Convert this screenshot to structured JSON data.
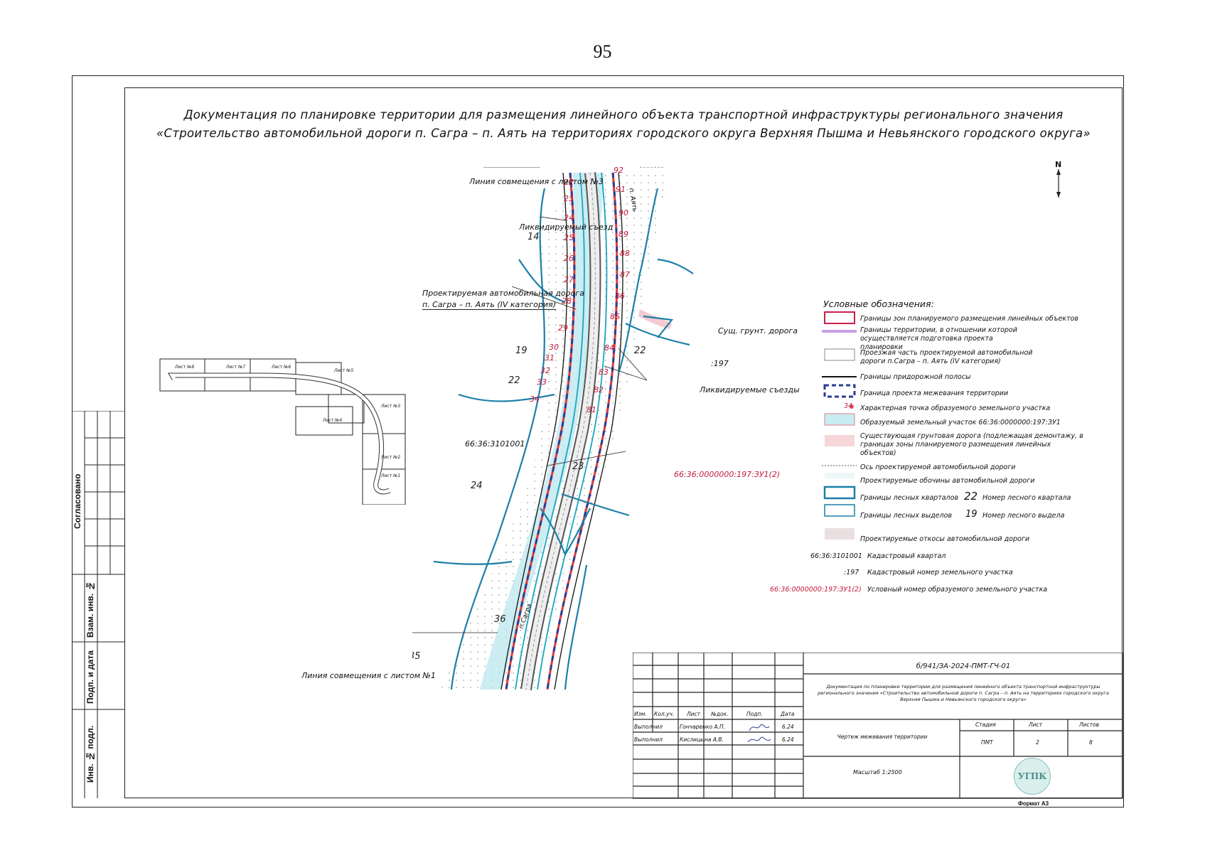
{
  "page_number": "95",
  "title_line1": "Документация по планировке территории для размещения линейного объекта транспортной инфраструктуры регионального значения",
  "title_line2": "«Строительство автомобильной дороги п. Сагра – п. Аять на территориях городского округа Верхняя Пышма и Невьянского городского округа»",
  "map": {
    "north": "N",
    "line_sheet3": "Линия совмещения с листом №3",
    "line_sheet1": "Линия совмещения с листом №1",
    "liquidated_exit": "Ликвидируемый съезд",
    "liquidated_exits": "Ликвидируемые съезды",
    "road_line1": "Проектируемая автомобильная дорога",
    "road_line2": "п. Сагра – п. Аять (IV категория)",
    "dirt_road": "Сущ. грунт. дорога",
    "to_ayat": "п. Аять",
    "to_sagra": "п.Сагра",
    "cad_quarter": "66:36:3101001",
    "cad_num": ":197",
    "cond_num": "66:36:0000000:197:ЗУ1(2)",
    "forest_numbers": [
      "14",
      "19",
      "22",
      "22",
      "24",
      "23",
      "36",
      "35"
    ],
    "points_left": [
      "22",
      "23",
      "24",
      "25",
      "26",
      "27",
      "28",
      "29",
      "30",
      "31",
      "32",
      "33",
      "34"
    ],
    "points_right": [
      "92",
      "91",
      "90",
      "89",
      "88",
      "87",
      "86",
      "85",
      "84",
      "83",
      "82",
      "81"
    ]
  },
  "keymap": {
    "sheets": [
      "Лист №8",
      "Лист №7",
      "Лист №6",
      "Лист №5",
      "Лист №4",
      "Лист №3",
      "Лист №2",
      "Лист №1"
    ]
  },
  "legend": {
    "title": "Условные обозначения:",
    "items": [
      "Границы зон планируемого размещения линейных объектов",
      "Границы территории, в отношении которой осуществляется подготовка проекта планировки",
      "Проезжая часть проектируемой автомобильной дороги п.Сагра – п. Аять (IV категория)",
      "Границы придорожной полосы",
      "Граница проекта межевания территории",
      "Характерная точка образуемого земельного участка",
      "Образуемый земельный участок 66:36:0000000:197:ЗУ1",
      "Существующая грунтовая дорога (подлежащая демонтажу, в границах зоны планируемого размещения линейных объектов)",
      "Ось проектируемой автомобильной дороги",
      "Проектируемые обочины автомобильной дороги",
      "Границы лесных кварталов",
      "Номер лесного квартала",
      "Границы лесных выделов",
      "Номер лесного выдела",
      "Проектируемые откосы автомобильной дороги",
      "Кадастровый квартал",
      "Кадастровый номер земельного участка",
      "Условный номер образуемого земельного участка"
    ],
    "point_sample": "34",
    "quarter_sample": "22",
    "vydel_sample": "19",
    "cad_quarter_sample": "66:36:3101001",
    "cad_num_sample": ":197",
    "cond_num_sample": "66:36:0000000:197:ЗУ1(2)"
  },
  "stamp": {
    "code": "б/941/ЗА-2024-ПМТ-ГЧ-01",
    "desc": "Документация по планировке территории для размещения линейного объекта транспортной инфраструктуры регионального значения «Строительство автомобильной дороги п. Сагра – п. Аять на территориях городского округа Верхняя Пышма и Невьянского городского округа»",
    "headers": [
      "Изм.",
      "Кол.уч.",
      "Лист",
      "№док.",
      "Подп.",
      "Дата"
    ],
    "row1": [
      "Выполнил",
      "Гончаренко А.П.",
      "6.24"
    ],
    "row2": [
      "Выполнил",
      "Кислицына А.В.",
      "6.24"
    ],
    "drawing": "Чертеж межевания территории",
    "stage_hdr": "Стадия",
    "sheet_hdr": "Лист",
    "sheets_hdr": "Листов",
    "stage": "ПМТ",
    "sheet": "2",
    "sheets": "8",
    "scale": "Масштаб 1:2500",
    "logo": "УГПК",
    "format": "Формат А3"
  },
  "side": {
    "agreed": "Согласовано",
    "inv_vzam": "Взам. инв. №",
    "sign_date": "Подп. и дата",
    "inv_orig": "Инв. № подл."
  }
}
